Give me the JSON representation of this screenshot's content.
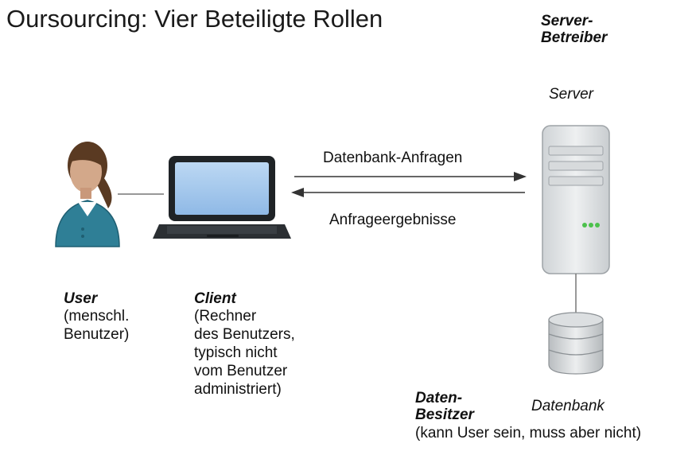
{
  "title": "Oursourcing: Vier Beteiligte Rollen",
  "server_operator": {
    "line1": "Server-",
    "line2": "Betreiber"
  },
  "server_label": "Server",
  "arrows": {
    "request": "Datenbank-Anfragen",
    "response": "Anfrageergebnisse"
  },
  "user": {
    "role": "User",
    "desc1": "(menschl.",
    "desc2": "Benutzer)"
  },
  "client": {
    "role": "Client",
    "desc1": "(Rechner",
    "desc2": "des Benutzers,",
    "desc3": "typisch nicht",
    "desc4": "vom Benutzer",
    "desc5": "administriert)"
  },
  "data_owner": {
    "line1": "Daten-",
    "line2": "Besitzer",
    "desc": "(kann User sein, muss aber nicht)"
  },
  "database_label": "Datenbank",
  "icons": [
    "user-icon",
    "laptop-icon",
    "server-icon",
    "database-icon"
  ],
  "colors": {
    "arrow": "#333333",
    "shirt": "#2f7f96",
    "screen": "#a9cbee",
    "server": "#e4e6e8"
  }
}
